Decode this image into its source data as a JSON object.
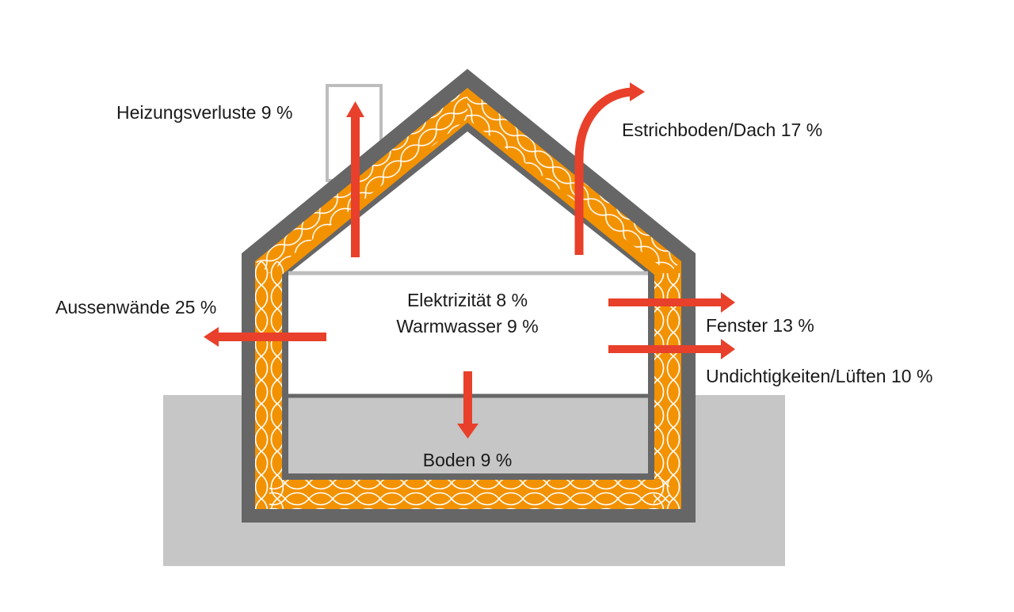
{
  "labels": {
    "heizung": "Heizungsverluste 9 %",
    "dach": "Estrichboden/Dach 17 %",
    "aussen": "Aussenwände 25 %",
    "elektrizitaet": "Elektrizität 8 %",
    "warmwasser": "Warmwasser 9 %",
    "fenster": "Fenster 13 %",
    "undicht": "Undichtigkeiten/Lüften 10 %",
    "boden": "Boden 9 %"
  },
  "colors": {
    "wall": "#666666",
    "insulation": "#f39200",
    "insulation_pattern": "#ffffff",
    "ground": "#c6c6c6",
    "arrow": "#e8402a",
    "chimney": "#bdbdbd"
  }
}
